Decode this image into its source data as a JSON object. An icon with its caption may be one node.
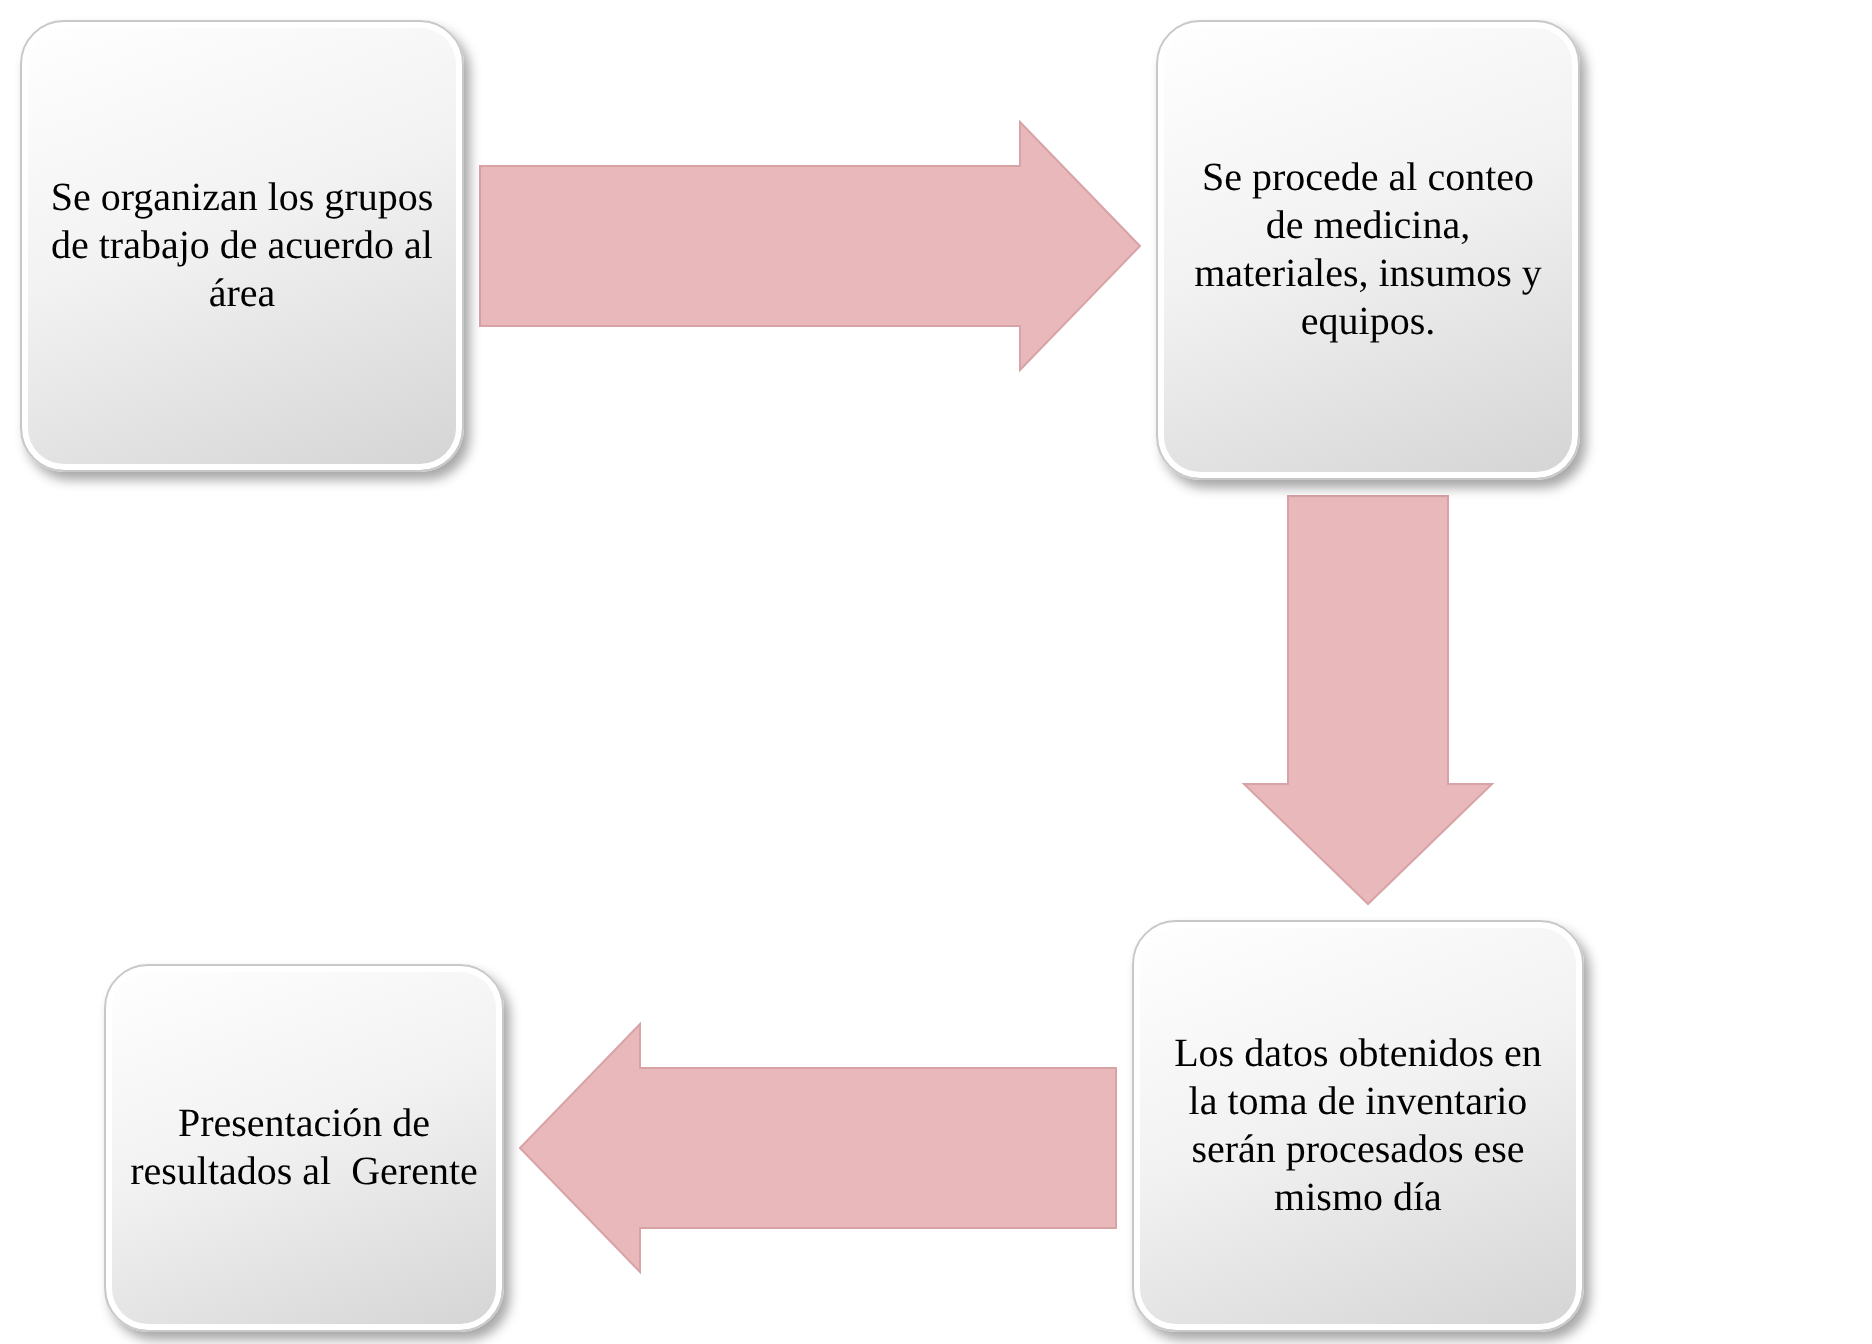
{
  "diagram": {
    "nodes": [
      {
        "text": [
          "Se organizan los grupos de trabajo de acuerdo al área"
        ]
      },
      {
        "text": [
          "Se procede al conteo de medicina, materiales, insumos y equipos."
        ]
      },
      {
        "text": [
          "Los datos obtenidos en la toma de inventario serán procesados ese mismo día"
        ]
      },
      {
        "text": [
          "Presentación de resultados al  Gerente"
        ]
      }
    ],
    "edges": [
      {
        "from": 0,
        "to": 1,
        "arrow": "to"
      },
      {
        "from": 1,
        "to": 2,
        "arrow": "to"
      },
      {
        "from": 2,
        "to": 3,
        "arrow": "to"
      }
    ]
  }
}
